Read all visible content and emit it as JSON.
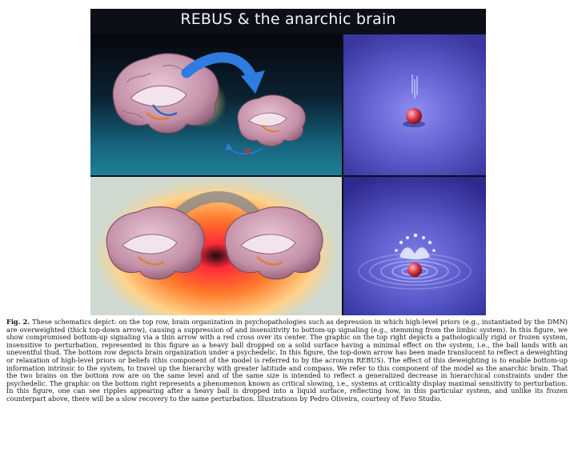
{
  "figure": {
    "title": "REBUS & the anarchic brain",
    "colors": {
      "panel_top_left": "#17667f",
      "panel_right": "#6565d6",
      "panel_bottom_left": "#cfd9cf",
      "arrow": "#2f7be0",
      "halo": "#ff5a2a",
      "ball": "#e03a4a",
      "brain": "#c79ab0"
    },
    "icons": [
      "brain-icon",
      "top-down-arrow-icon",
      "bottom-up-arrow-icon",
      "red-cross-icon",
      "ball-icon",
      "ripple-icon",
      "splash-icon"
    ]
  },
  "caption": {
    "lead": "Fig. 2.",
    "text": "These schematics depict: on the top row, brain organization in psychopathologies such as depression in which high-level priors (e.g., instantiated by the DMN) are overweighted (thick top-down arrow), causing a suppression of and insensitivity to bottom-up signaling (e.g., stemming from the limbic system). In this figure, we show compromised bottom-up signaling via a thin arrow with a red cross over its center. The graphic on the top right depicts a pathologically rigid or frozen system, insensitive to perturbation, represented in this figure as a heavy ball dropped on a solid surface having a minimal effect on the system, i.e., the ball lands with an uneventful thud. The bottom row depicts brain organization under a psychedelic. In this figure, the top-down arrow has been made translucent to reflect a deweighting or relaxation of high-level priors or beliefs (this component of the model is referred to by the acronym REBUS). The effect of this deweighting is to enable bottom-up information intrinsic to the system, to travel up the hierarchy with greater latitude and compass. We refer to this component of the model as the anarchic brain. That the two brains on the bottom row are on the same level and of the same size is intended to reflect a generalized decrease in hierarchical constraints under the psychedelic. The graphic on the bottom right represents a phenomenon known as critical slowing, i.e., systems at criticality display maximal sensitivity to perturbation. In this figure, one can see ripples appearing after a heavy ball is dropped into a liquid surface, reflecting how, in this particular system, and unlike its frozen counterpart above, there will be a slow recovery to the same perturbation. Illustrations by Pedro Oliveira, courtesy of Favo Studio."
  }
}
